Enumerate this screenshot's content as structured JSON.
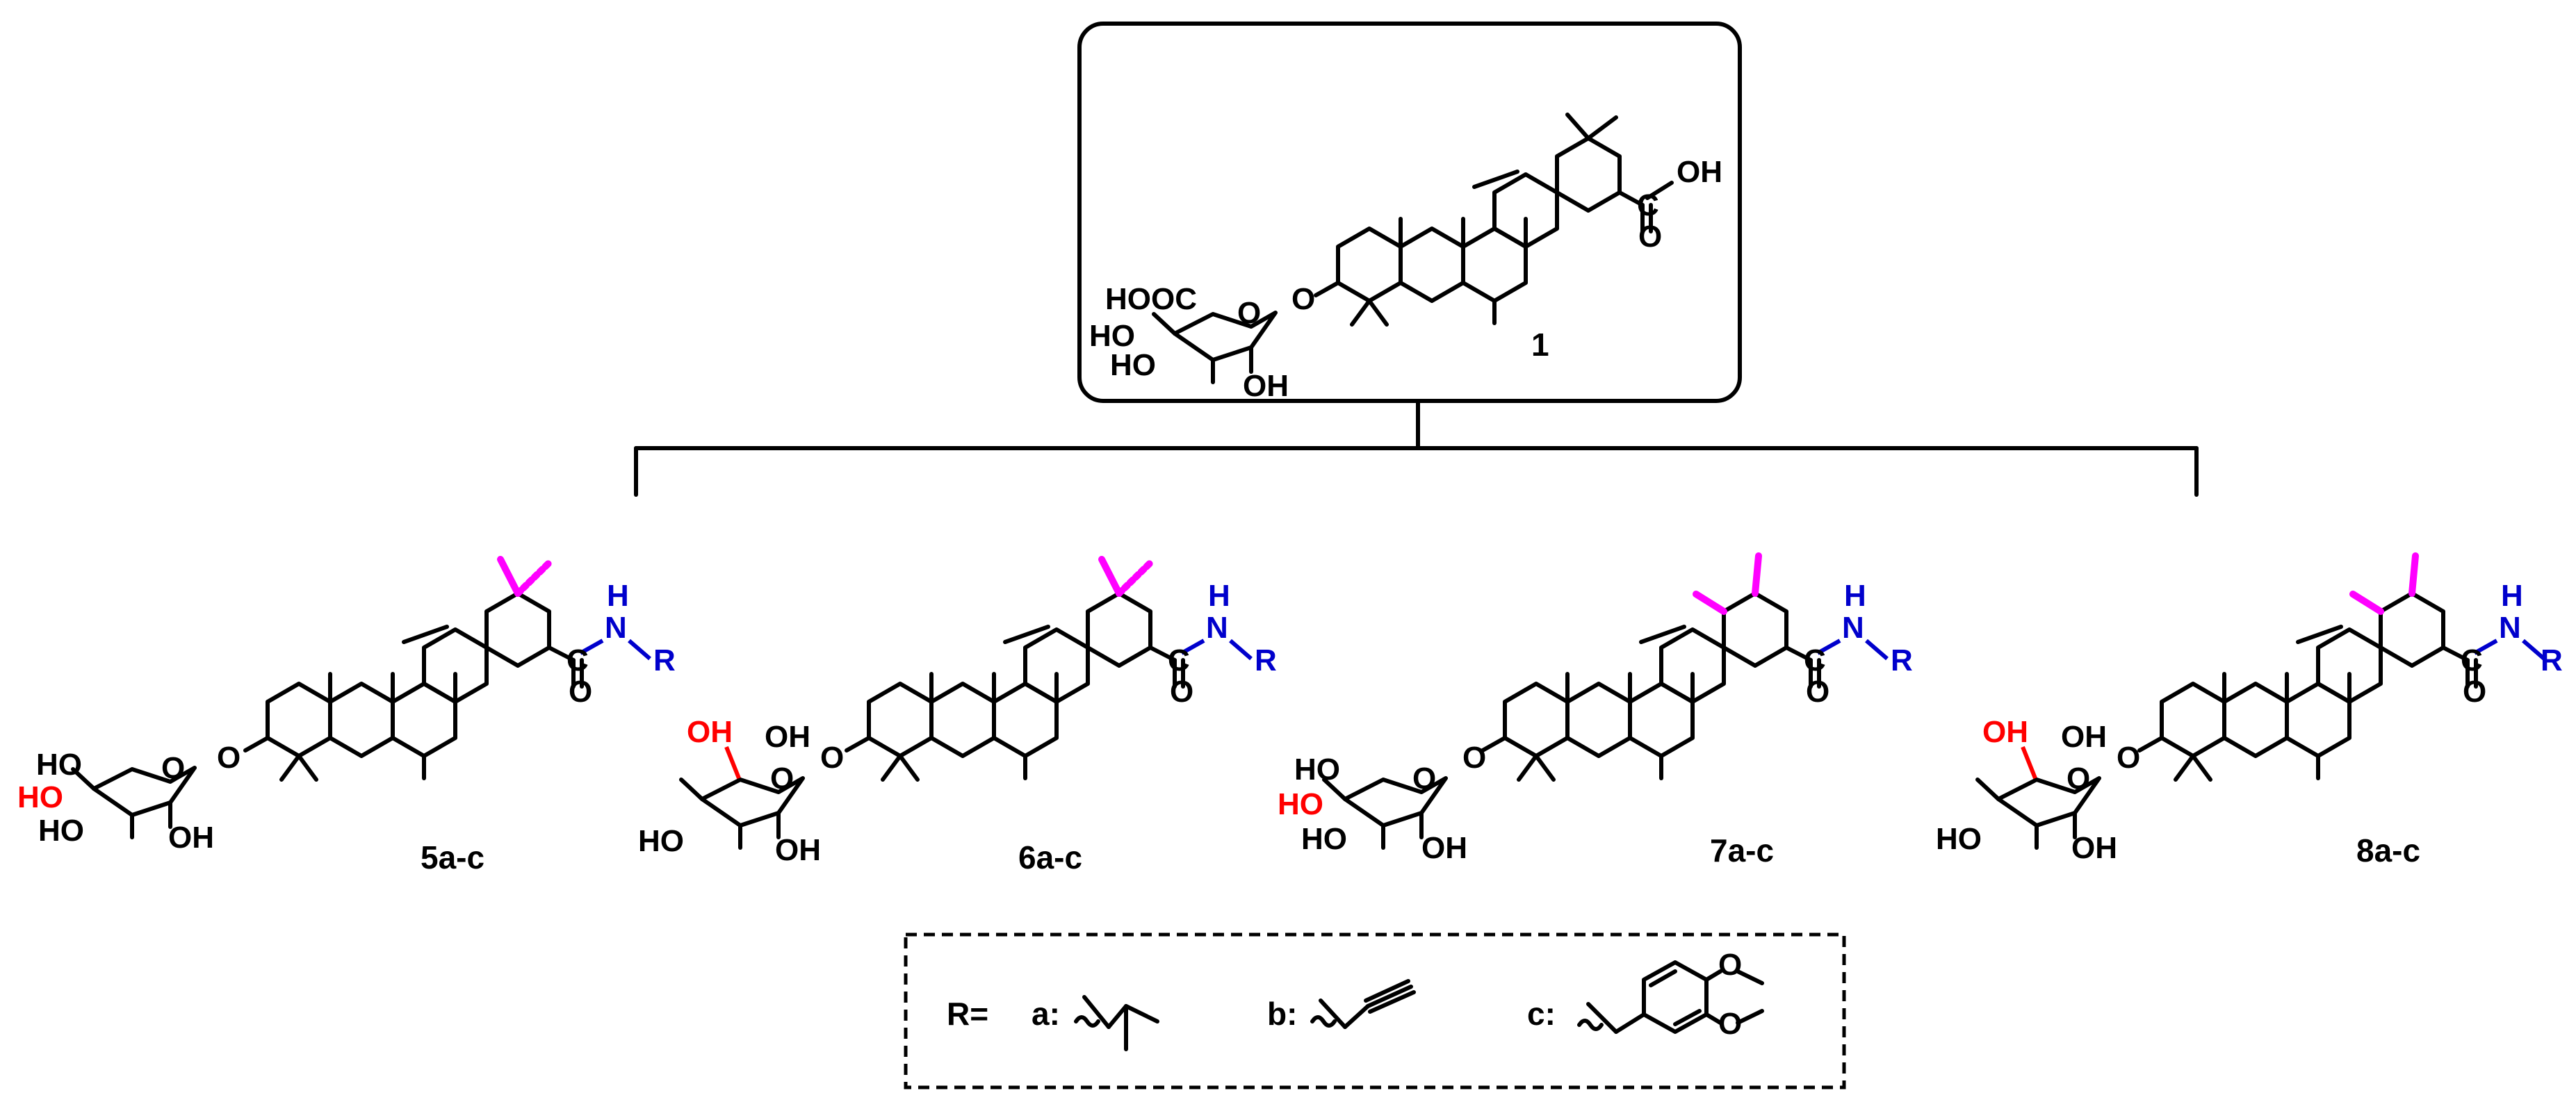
{
  "parent": {
    "label": "1",
    "atoms": {
      "hooc": "HOOC",
      "ho1": "HO",
      "ho2": "HO",
      "oh": "OH",
      "o_glyco": "O",
      "o_ring": "O",
      "cooh_oh": "OH",
      "cooh_o": "O",
      "cooh_c": "C"
    }
  },
  "derivatives": [
    {
      "label": "5a-c",
      "atoms": {
        "ho_a": "HO",
        "ho_b": "HO",
        "ho_c": "HO",
        "oh": "OH",
        "o1": "O",
        "o2": "O",
        "n": "N",
        "h": "H",
        "r": "R",
        "c": "C",
        "o3": "O"
      }
    },
    {
      "label": "6a-c",
      "atoms": {
        "oh_top": "OH",
        "oh_side": "OH",
        "ho_c": "HO",
        "oh": "OH",
        "o1": "O",
        "o2": "O",
        "n": "N",
        "h": "H",
        "r": "R",
        "c": "C",
        "o3": "O"
      }
    },
    {
      "label": "7a-c",
      "atoms": {
        "ho_a": "HO",
        "ho_b": "HO",
        "ho_c": "HO",
        "oh": "OH",
        "o1": "O",
        "o2": "O",
        "n": "N",
        "h": "H",
        "r": "R",
        "c": "C",
        "o3": "O"
      }
    },
    {
      "label": "8a-c",
      "atoms": {
        "oh_top": "OH",
        "oh_side": "OH",
        "ho_c": "HO",
        "oh": "OH",
        "o1": "O",
        "o2": "O",
        "n": "N",
        "h": "H",
        "r": "R",
        "c": "C",
        "o3": "O"
      }
    }
  ],
  "r_groups": {
    "prefix": "R=",
    "options": [
      {
        "key": "a:"
      },
      {
        "key": "b:"
      },
      {
        "key": "c:"
      }
    ],
    "o1": "O",
    "o2": "O"
  },
  "colors": {
    "bond": "#000000",
    "modified_hydroxyl": "#ff0000",
    "amide": "#0000cc",
    "methyl_highlight": "#ff00ff"
  }
}
